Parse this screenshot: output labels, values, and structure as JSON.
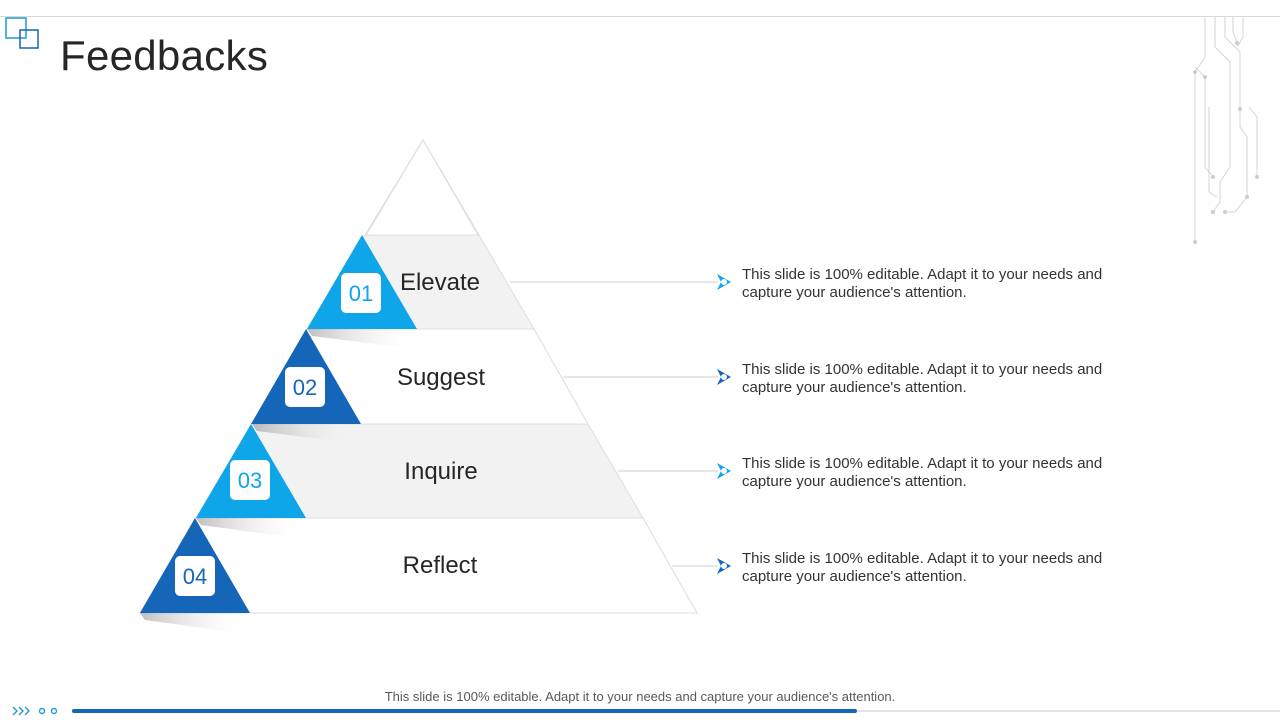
{
  "title": "Feedbacks",
  "levels": [
    {
      "number": "01",
      "label": "Elevate",
      "description": "This slide is 100% editable. Adapt it to your needs and capture your audience's attention."
    },
    {
      "number": "02",
      "label": "Suggest",
      "description": "This slide is 100% editable. Adapt it to your needs and capture your audience's attention."
    },
    {
      "number": "03",
      "label": "Inquire",
      "description": "This slide is 100% editable. Adapt it to your needs and capture your audience's attention."
    },
    {
      "number": "04",
      "label": "Reflect",
      "description": "This slide is 100% editable. Adapt it to your needs and capture your audience's attention."
    }
  ],
  "footer_text": "This slide is 100% editable. Adapt it to your needs and capture your audience's attention.",
  "progress": 0.65,
  "icons": {
    "logo": "overlapping-squares-icon",
    "decoration": "circuit-lines-icon",
    "navigation": "chevrons-and-dots-icon",
    "bullet": "arrow-bullet-icon"
  },
  "colors": {
    "accent_light": "#0ea5e9",
    "accent_dark": "#1565b8",
    "band_grey": "#f2f2f2",
    "connector": "#cfcfcf",
    "progress": "#1565b8"
  }
}
